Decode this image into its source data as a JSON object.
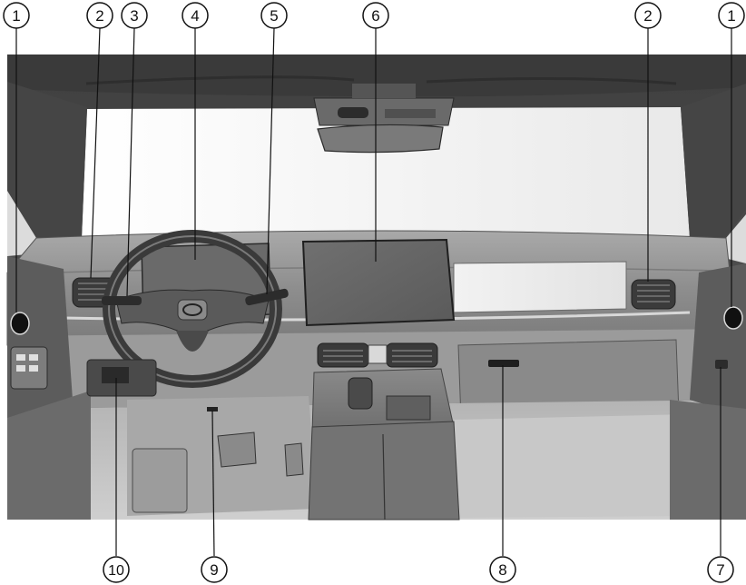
{
  "callouts": [
    {
      "id": "c1l",
      "label": "1"
    },
    {
      "id": "c2l",
      "label": "2"
    },
    {
      "id": "c3",
      "label": "3"
    },
    {
      "id": "c4",
      "label": "4"
    },
    {
      "id": "c5",
      "label": "5"
    },
    {
      "id": "c6",
      "label": "6"
    },
    {
      "id": "c2r",
      "label": "2"
    },
    {
      "id": "c1r",
      "label": "1"
    },
    {
      "id": "c10",
      "label": "10"
    },
    {
      "id": "c9",
      "label": "9"
    },
    {
      "id": "c8",
      "label": "8"
    },
    {
      "id": "c7",
      "label": "7"
    }
  ],
  "colors": {
    "outline": "#111111",
    "frame": "#4a4a4a",
    "dash": "#8c8c8c",
    "windshield": "#ffffff",
    "floor": "#bdbdbd"
  }
}
